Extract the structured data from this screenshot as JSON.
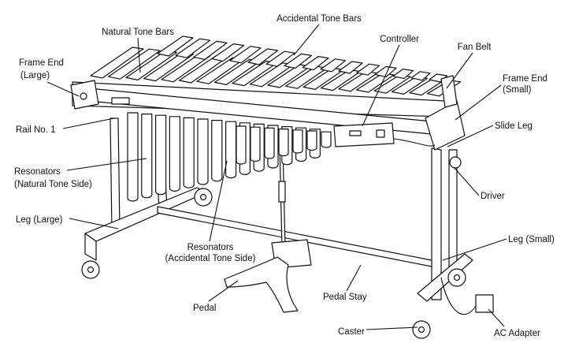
{
  "labels": {
    "natural_tone_bars": "Natural Tone Bars",
    "accidental_tone_bars": "Accidental Tone Bars",
    "controller": "Controller",
    "fan_belt": "Fan Belt",
    "frame_end_large_1": "Frame End",
    "frame_end_large_2": "(Large)",
    "frame_end_small_1": "Frame End",
    "frame_end_small_2": "(Small)",
    "rail_no_1": "Rail No. 1",
    "slide_leg": "Slide Leg",
    "resonators_natural_1": "Resonators",
    "resonators_natural_2": "(Natural Tone Side)",
    "driver": "Driver",
    "leg_large": "Leg (Large)",
    "leg_small": "Leg (Small)",
    "resonators_accidental_1": "Resonators",
    "resonators_accidental_2": "(Accidental Tone Side)",
    "pedal_stay": "Pedal Stay",
    "pedal": "Pedal",
    "caster": "Caster",
    "ac_adapter": "AC Adapter"
  },
  "colors": {
    "ink": "#111111",
    "fill": "#ffffff"
  }
}
